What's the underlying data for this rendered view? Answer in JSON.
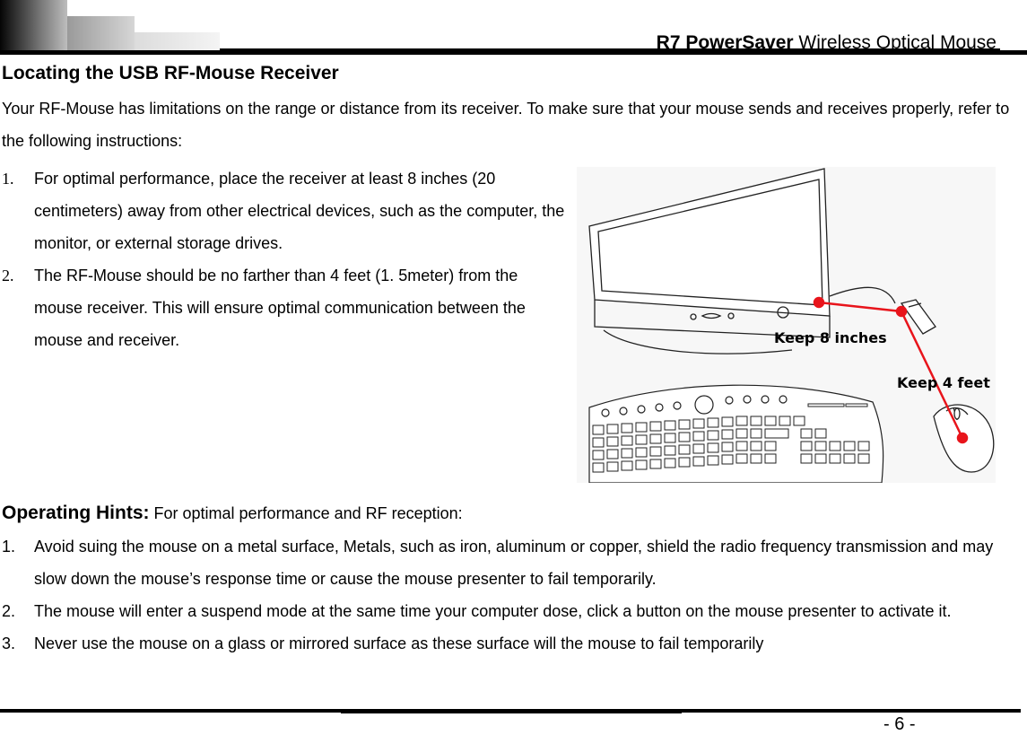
{
  "header": {
    "brand": "R7 PowerSaver",
    "title_rest": " Wireless Optical Mouse"
  },
  "section": {
    "title": "Locating the USB RF-Mouse Receiver",
    "intro": "Your RF-Mouse has limitations on the range or distance from its receiver. To make sure that your mouse sends and receives properly, refer to the following instructions:"
  },
  "instructions": [
    {
      "num": "1.",
      "text": "For optimal performance, place the receiver at least 8 inches (20 centimeters) away from other electrical devices, such as the computer, the monitor, or external storage drives."
    },
    {
      "num": "2.",
      "text": "The RF-Mouse should be no farther than 4 feet (1. 5meter) from the mouse receiver. This will ensure optimal communication between the mouse and receiver."
    }
  ],
  "figure": {
    "label_8in": "Keep 8 inches",
    "label_4ft": "Keep 4 feet",
    "accent": "#e8141b"
  },
  "hints": {
    "heading": "Operating Hints:",
    "subheading": " For optimal performance and RF reception:",
    "items": [
      {
        "num": "1.",
        "text": "Avoid suing the mouse on a metal surface, Metals, such as iron, aluminum or copper, shield the radio frequency transmission and may slow down the mouse’s response time or cause the mouse presenter to fail temporarily."
      },
      {
        "num": "2.",
        "text": "The mouse will enter a suspend mode at the same time your computer dose, click a button on the mouse presenter to activate it."
      },
      {
        "num": "3.",
        "text": "Never use the mouse on a glass or mirrored surface as these surface will the mouse to fail temporarily"
      }
    ]
  },
  "footer": {
    "page_number": "- 6 -"
  }
}
